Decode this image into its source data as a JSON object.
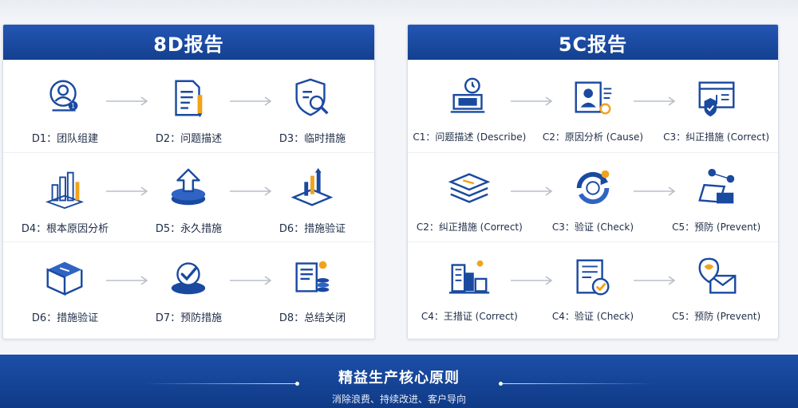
{
  "colors": {
    "primary": "#1a4aa0",
    "accent": "#f2a31b",
    "arrow": "#b8bfcb"
  },
  "panel_8d": {
    "title": "8D报告",
    "steps": [
      {
        "label": "D1：团队组建",
        "icon": "team-user-icon"
      },
      {
        "label": "D2：问题描述",
        "icon": "document-pen-icon"
      },
      {
        "label": "D3：临时措施",
        "icon": "shield-search-icon"
      },
      {
        "label": "D4：根本原因分析",
        "icon": "bar-chart-3d-icon"
      },
      {
        "label": "D5：永久措施",
        "icon": "stack-upload-icon"
      },
      {
        "label": "D6：措施验证",
        "icon": "growth-platform-icon"
      },
      {
        "label": "D6：措施验证",
        "icon": "open-box-icon"
      },
      {
        "label": "D7：预防措施",
        "icon": "check-badge-icon"
      },
      {
        "label": "D8：总结关闭",
        "icon": "document-coins-icon"
      }
    ]
  },
  "panel_5c": {
    "title": "5C报告",
    "steps": [
      {
        "label": "C1：问题描述 (Describe)",
        "icon": "monitor-clock-icon"
      },
      {
        "label": "C2：原因分析 (Cause)",
        "icon": "profile-card-icon"
      },
      {
        "label": "C3：纠正措施 (Correct)",
        "icon": "window-shield-icon"
      },
      {
        "label": "C2：纠正措施 (Correct)",
        "icon": "layers-icon"
      },
      {
        "label": "C3：验证 (Check)",
        "icon": "cycle-arrows-icon"
      },
      {
        "label": "C5：预防 (Prevent)",
        "icon": "card-network-icon"
      },
      {
        "label": "C4：王措证 (Correct)",
        "icon": "buildings-icon"
      },
      {
        "label": "C4：验证 (Check)",
        "icon": "checklist-icon"
      },
      {
        "label": "C5：预防 (Prevent)",
        "icon": "mail-pin-icon"
      }
    ]
  },
  "footer": {
    "title": "精益生产核心原则",
    "subtitle": "消除浪费、持续改进、客户导向"
  }
}
